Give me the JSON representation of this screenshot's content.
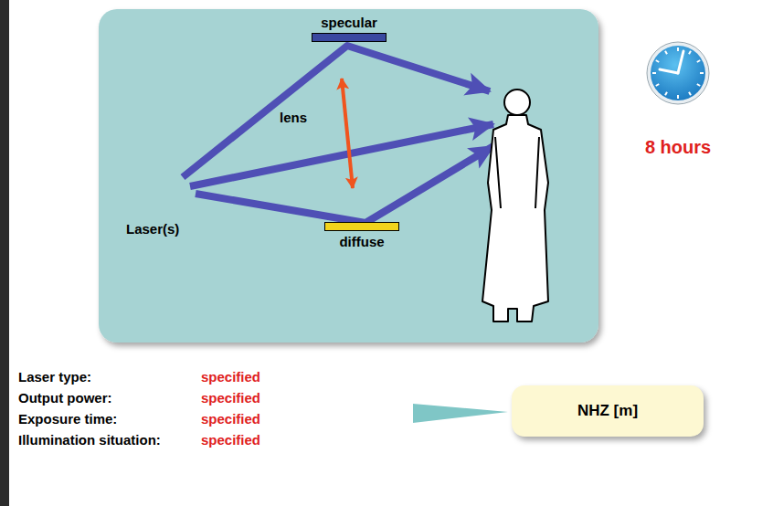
{
  "diagram": {
    "nodes": [
      {
        "text": [
          "specular"
        ]
      },
      {
        "text": [
          "diffuse"
        ]
      },
      {
        "text": [
          "NHZ [m]"
        ]
      }
    ],
    "labels": [
      "lens",
      "Laser(s)",
      "8 hours",
      "Laser type:",
      "specified",
      "Output power:",
      "specified",
      "Exposure time:",
      "specified",
      "Illumination situation:",
      "specified"
    ]
  }
}
